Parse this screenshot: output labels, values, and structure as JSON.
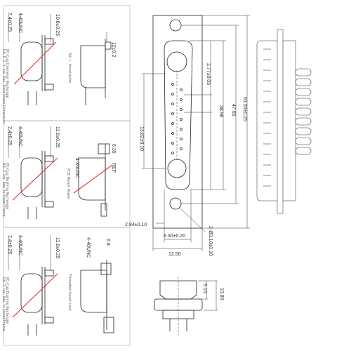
{
  "left_panels": [
    {
      "dims": {
        "a": "7.4±0.25",
        "b": "4-40UNC",
        "c": "10.8±0.25",
        "d": "12±0.2"
      },
      "notes": {
        "n1": "Rd. F. 2. 3. Ins. Res. Data Sheet Dimension",
        "n2": "PC-Cup Diameter Rectangle",
        "n3": "Rd. L. Installation"
      }
    },
    {
      "dims": {
        "a": "7.4±0.25",
        "b": "4-40UNC",
        "c": "11.8±0.25",
        "d": "6.35",
        "e": "REF",
        "f": "4-40UNC"
      },
      "notes": {
        "n1": "Rd. 2. Ins. Res. In Sheet Frame",
        "n2": "PC-Cup Bushing Rectangle",
        "n3": "PCB Mount Power"
      }
    },
    {
      "dims": {
        "a": "7.4±0.25",
        "b": "4-40UNC",
        "c": "11.8±0.25",
        "d": "4-40UNC",
        "e": "6.8"
      },
      "notes": {
        "n1": "Rd. 2. Ins. Res. In Sheet Frame",
        "n2": "PC-Cup Bushing Rectangle",
        "n3": "Threaded Insert Lock"
      }
    }
  ],
  "front_view": {
    "dims": {
      "overall_height": "63.50±0.25",
      "mounting_hole_pitch": "47.05",
      "shell_height": "38.96",
      "pin_pitch": "2.77±0.05",
      "shell_width": "13.82±0.10",
      "pin_spacing": "2.84±0.10",
      "row_spacing": "8.30±0.20",
      "overall_width": "12.50",
      "hole_callout": "2-Ø3.10±0.10"
    }
  },
  "bottom_view": {
    "dims": {
      "d1": "6.10",
      "d2": "10.80"
    }
  },
  "colors": {
    "line": "#222222",
    "gray_line": "#777777",
    "red_wire": "#e0312f",
    "panel_border": "#aaaaaa"
  }
}
